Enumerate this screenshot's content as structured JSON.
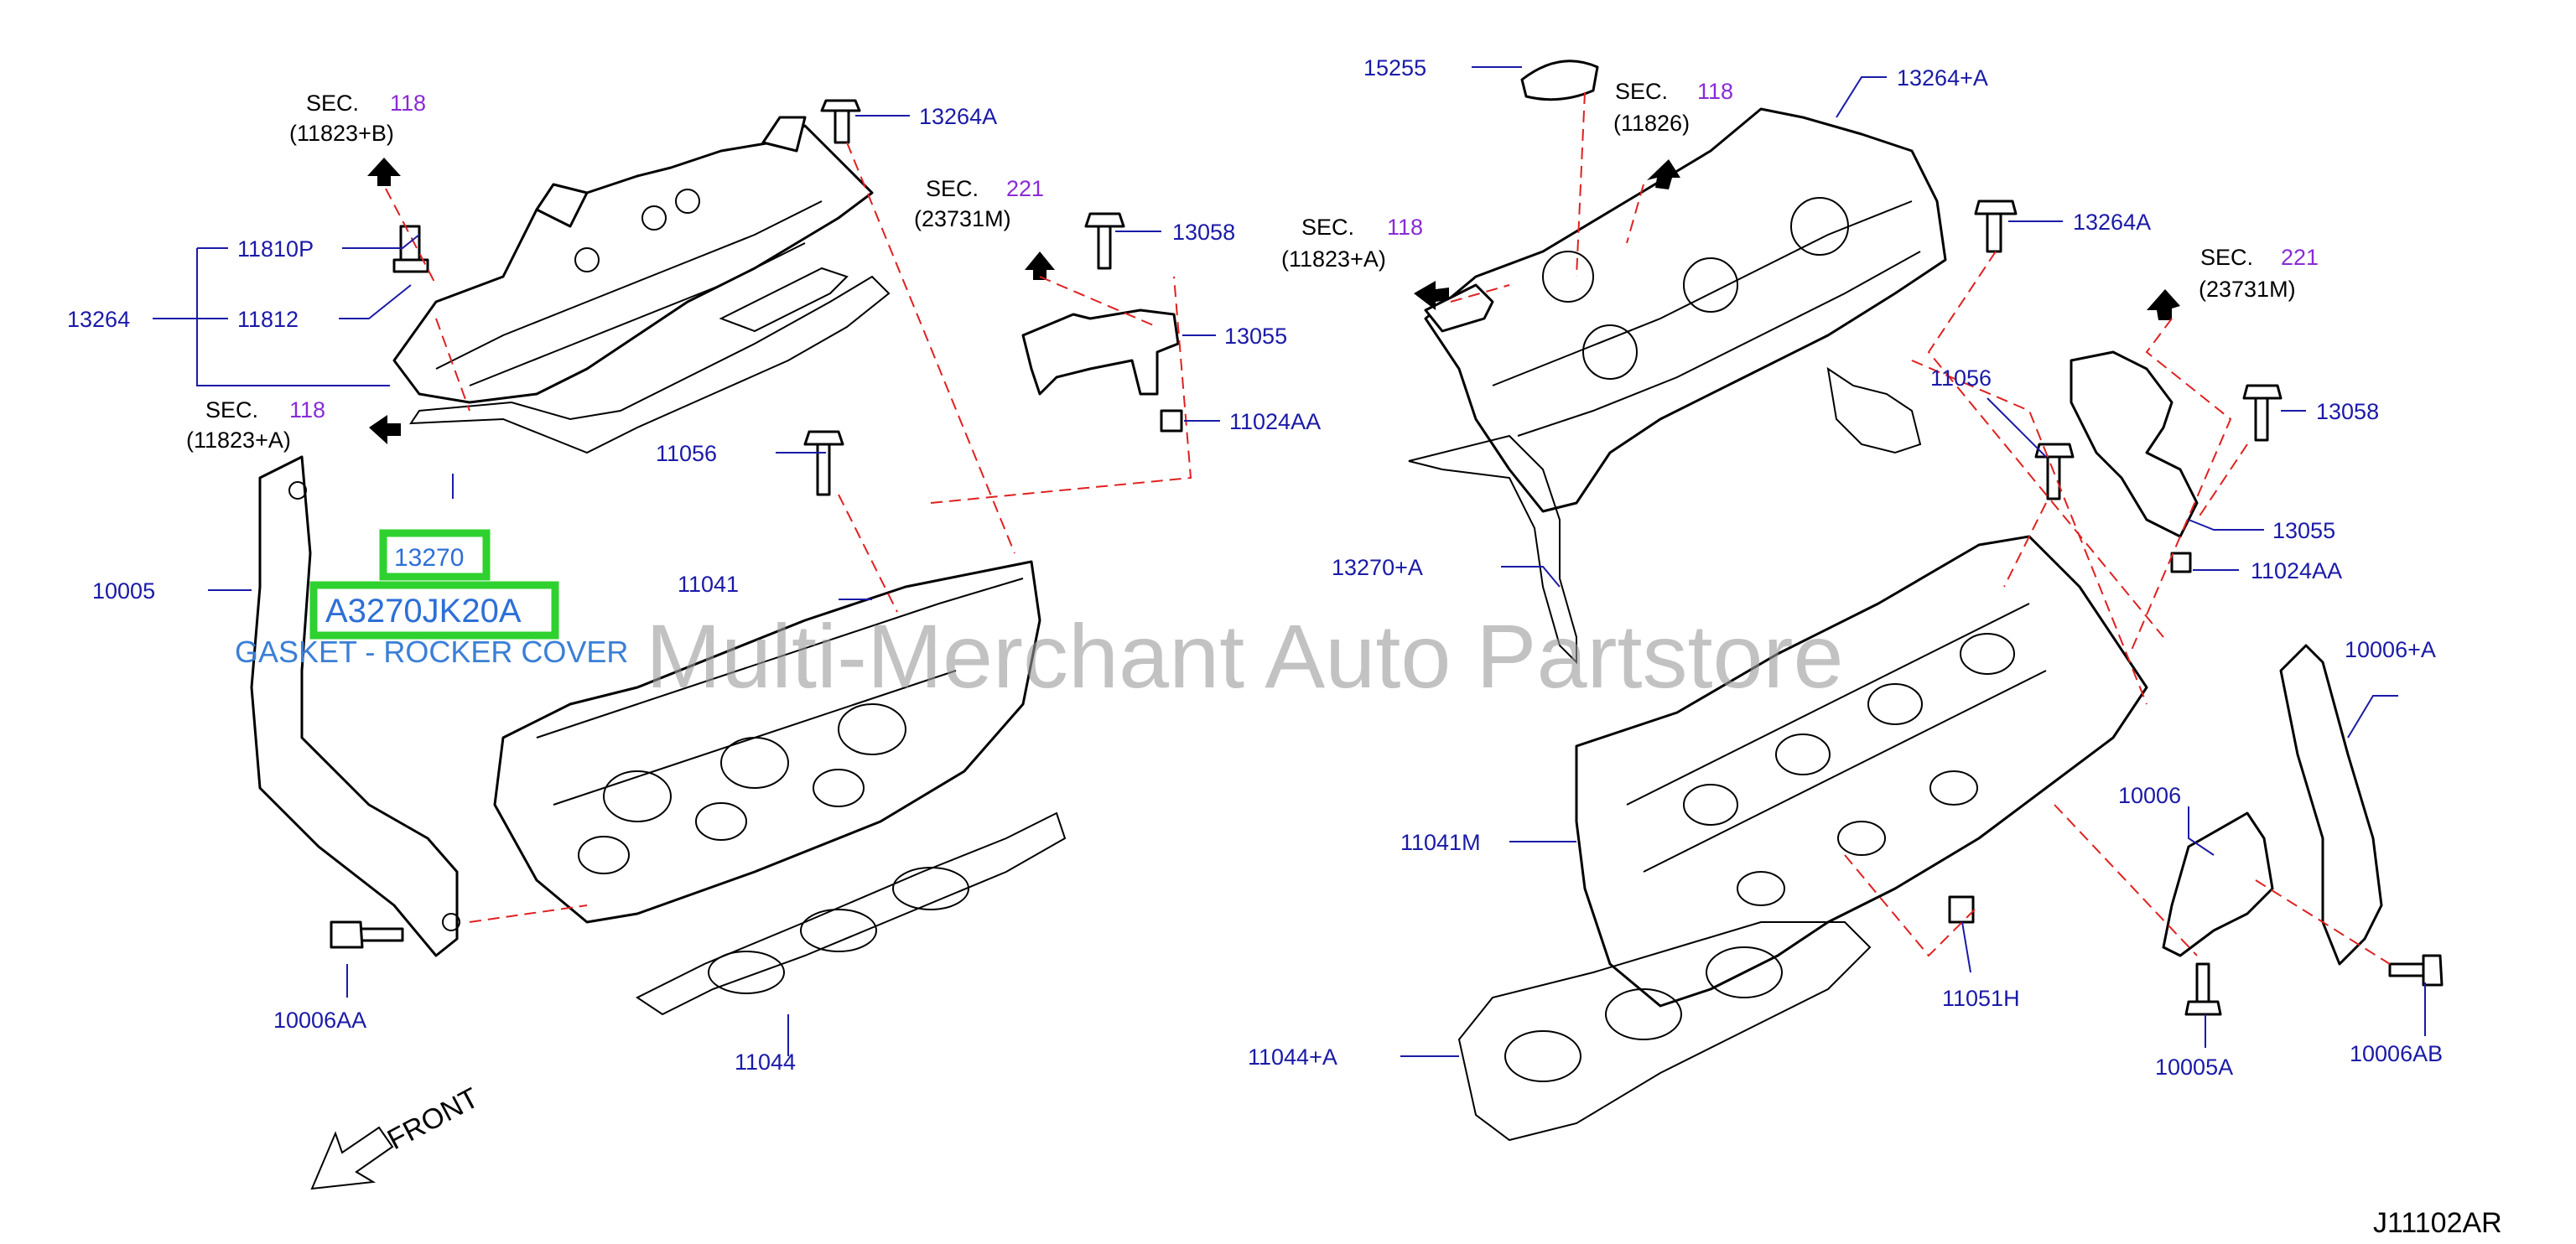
{
  "watermark": "Multi-Merchant Auto Partstore",
  "highlight": {
    "part": "13270",
    "code": "A3270JK20A",
    "description": "GASKET - ROCKER COVER"
  },
  "front": "FRONT",
  "diagram_code": "J11102AR",
  "sec_refs": {
    "l118b": {
      "sec": "SEC.",
      "num": "118",
      "ref": "(11823+B)"
    },
    "l118a": {
      "sec": "SEC.",
      "num": "118",
      "ref": "(11823+A)"
    },
    "l221": {
      "sec": "SEC.",
      "num": "221",
      "ref": "(23731M)"
    },
    "r118_11826": {
      "sec": "SEC.",
      "num": "118",
      "ref": "(11826)"
    },
    "r118a": {
      "sec": "SEC.",
      "num": "118",
      "ref": "(11823+A)"
    },
    "r221": {
      "sec": "SEC.",
      "num": "221",
      "ref": "(23731M)"
    }
  },
  "parts": {
    "p13264A_l": "13264A",
    "p11810P": "11810P",
    "p13264": "13264",
    "p11812": "11812",
    "p13058_l": "13058",
    "p13055_l": "13055",
    "p11024AA_l": "11024AA",
    "p11056_l": "11056",
    "p10005": "10005",
    "p11041": "11041",
    "p10006AA": "10006AA",
    "p11044": "11044",
    "p15255": "15255",
    "p13264pA": "13264+A",
    "p13264A_r": "13264A",
    "p11056_r": "11056",
    "p13058_r": "13058",
    "p13055_r": "13055",
    "p11024AA_r": "11024AA",
    "p13270pA": "13270+A",
    "p10006pA": "10006+A",
    "p10006": "10006",
    "p11041M": "11041M",
    "p11051H": "11051H",
    "p10005A": "10005A",
    "p10006AB": "10006AB",
    "p11044pA": "11044+A"
  }
}
